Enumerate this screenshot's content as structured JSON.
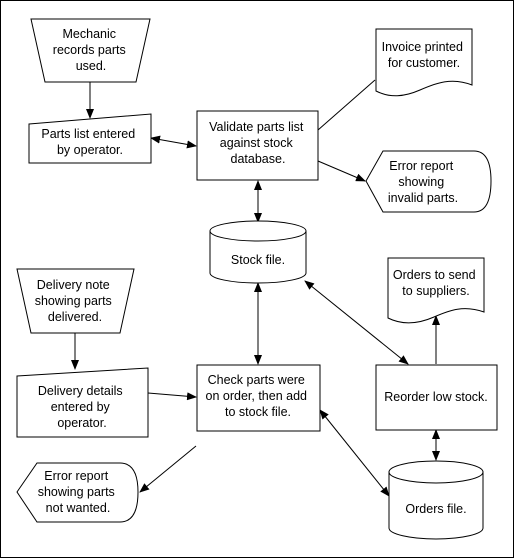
{
  "nodes": {
    "mechanic": {
      "lines": [
        "Mechanic",
        "records parts",
        "used."
      ]
    },
    "parts_entered": {
      "lines": [
        "Parts list entered",
        "by operator."
      ]
    },
    "validate": {
      "lines": [
        "Validate parts list",
        "against stock",
        "database."
      ]
    },
    "invoice": {
      "lines": [
        "Invoice printed",
        "for customer."
      ]
    },
    "error_invalid": {
      "lines": [
        "Error report",
        "showing",
        "invalid parts."
      ]
    },
    "stock_file": {
      "lines": [
        "Stock file."
      ]
    },
    "delivery_note": {
      "lines": [
        "Delivery note",
        "showing parts",
        "delivered."
      ]
    },
    "delivery_details": {
      "lines": [
        "Delivery details",
        "entered by",
        "operator."
      ]
    },
    "check_parts": {
      "lines": [
        "Check parts were",
        "on order, then add",
        "to stock file."
      ]
    },
    "orders_to_send": {
      "lines": [
        "Orders to send",
        "to suppliers."
      ]
    },
    "reorder": {
      "lines": [
        "Reorder low stock."
      ]
    },
    "error_not_wanted": {
      "lines": [
        "Error report",
        "showing parts",
        "not wanted."
      ]
    },
    "orders_file": {
      "lines": [
        "Orders file."
      ]
    }
  }
}
